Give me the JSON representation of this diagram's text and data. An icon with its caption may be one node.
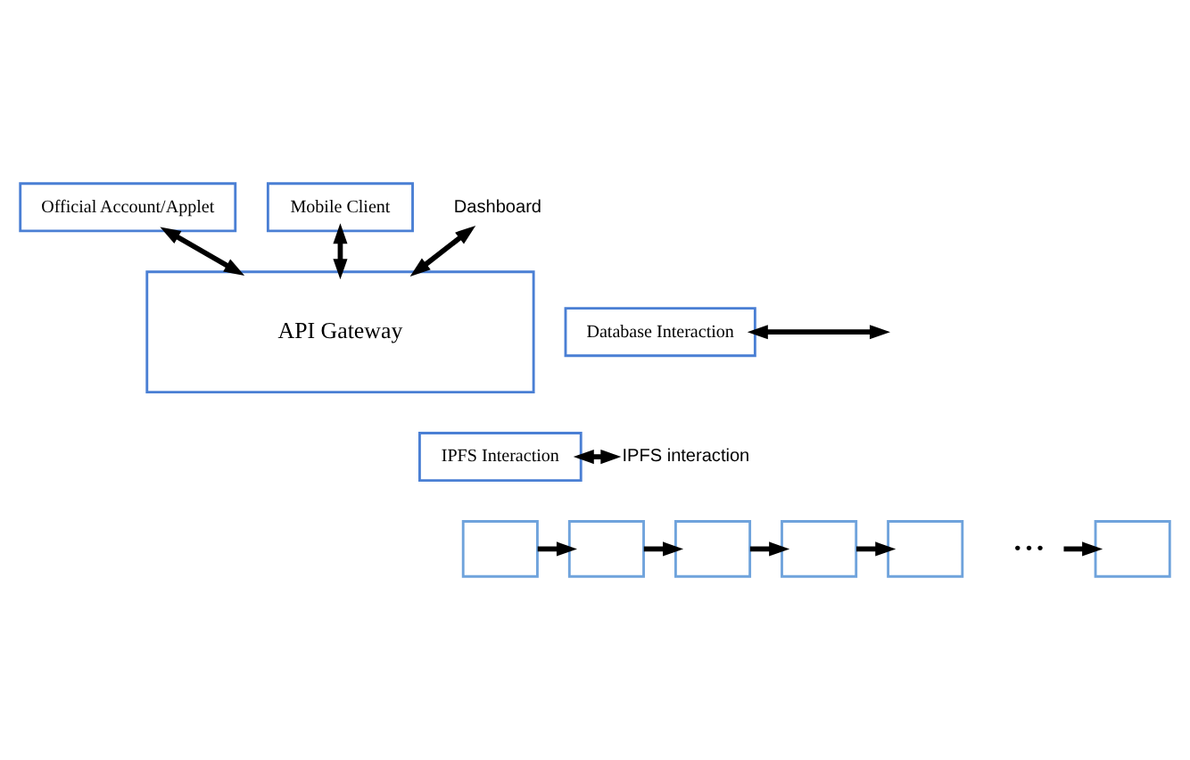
{
  "diagram": {
    "nodes": [
      {
        "text": [
          "Official Account/Applet"
        ]
      },
      {
        "text": [
          "Mobile Client"
        ]
      },
      {
        "text": [
          "Dashboard"
        ]
      },
      {
        "text": [
          "API Gateway"
        ]
      },
      {
        "text": [
          "Database Interaction"
        ]
      },
      {
        "text": [
          "IPFS Interaction"
        ]
      },
      {
        "text": [
          "IPFS interaction"
        ]
      },
      {
        "text": [],
        "shape": "box"
      },
      {
        "text": [],
        "shape": "box"
      },
      {
        "text": [],
        "shape": "box"
      },
      {
        "text": [],
        "shape": "box"
      },
      {
        "text": [],
        "shape": "box"
      },
      {
        "text": [
          "• • •"
        ]
      },
      {
        "text": [],
        "shape": "box"
      }
    ],
    "edges": [
      {
        "from": 0,
        "to": 3,
        "arrow": "both"
      },
      {
        "from": 1,
        "to": 3,
        "arrow": "both"
      },
      {
        "from": 2,
        "to": 3,
        "arrow": "both"
      },
      {
        "from": 4,
        "to": null,
        "arrow": "both"
      },
      {
        "from": 5,
        "to": 6,
        "arrow": "both"
      },
      {
        "from": 7,
        "to": 8,
        "arrow": "to"
      },
      {
        "from": 8,
        "to": 9,
        "arrow": "to"
      },
      {
        "from": 9,
        "to": 10,
        "arrow": "to"
      },
      {
        "from": 10,
        "to": 11,
        "arrow": "to"
      },
      {
        "from": 12,
        "to": 13,
        "arrow": "to"
      }
    ]
  }
}
